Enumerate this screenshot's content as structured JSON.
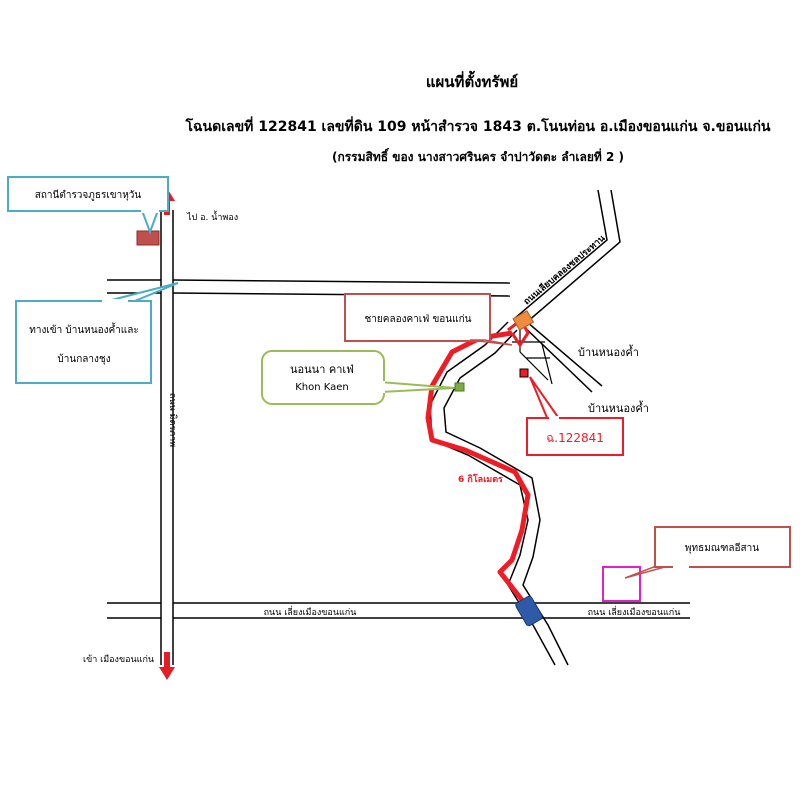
{
  "header": {
    "title": "แผนที่ตั้งทรัพย์",
    "subtitle": "โฉนดเลขที่ 122841 เลขที่ดิน 109 หน้าสำรวจ 1843 ต.โนนท่อน อ.เมืองขอนแก่น จ.ขอนแก่น",
    "owner_note": "(กรรมสิทธิ์ ของ นางสาวศรินคร จำปาวัดตะ ลำเลยที่ 2 )"
  },
  "labels": {
    "police_station": "สถานีตำรวจภูธรเขาหุวัน",
    "to_nam_phong": "ไป อ. น้ำพอง",
    "entrance_nong_kham": "ทางเข้า บ้านหนองค้ำและ",
    "entrance_klang_chum": "บ้านกลางชุง",
    "vertical_road": "ถนน มิตรภาพ",
    "to_khon_kaen": "เข้า เมืองขอนแก่น",
    "lower_road_left": "ถนน เลี่ยงเมืองขอนแก่น",
    "lower_road_right": "ถนน เลี่ยงเมืองขอนแก่น",
    "diagonal_road": "ถนนเลียบคลองชลประทาน",
    "cafe_top": "ชายคลองคาเฟ่ ขอนแก่น",
    "village_1": "บ้านหนองค้ำ",
    "village_2": "บ้านหนองค้ำ",
    "cafe_khon_kaen_th": "นอนนา คาเฟ่",
    "cafe_khon_kaen_en": "Khon Kaen",
    "deed_label": "ฉ.122841",
    "distance": "6 กิโลเมตร",
    "buddha_park": "พุทธมณฑลอีสาน"
  },
  "colors": {
    "route": "#ee1c25",
    "road": "#000000",
    "arrow": "#e31e24",
    "police_marker": "#c0504d",
    "callout_blue": "#4bacc6",
    "callout_brown": "#c0504d",
    "callout_green": "#9bbb59",
    "magenta_box": "#e020c8",
    "blue_marker": "#2e5aa8",
    "orange_marker": "#f08a3c"
  },
  "icons": [
    "up-arrow-icon",
    "down-arrow-icon",
    "police-station-marker",
    "cafe-marker",
    "deed-plot-marker",
    "junction-marker",
    "buddha-park-marker"
  ]
}
